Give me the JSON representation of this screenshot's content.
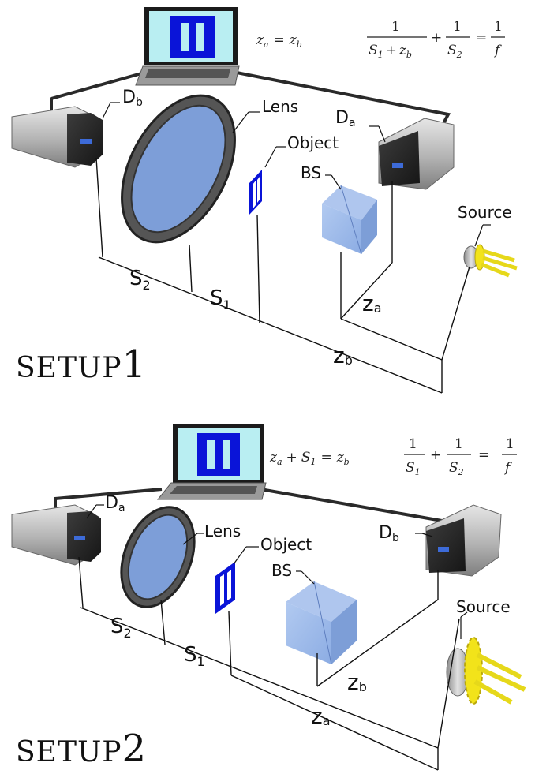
{
  "colors": {
    "screen_bg": "#b9eef2",
    "object_blue": "#0a14d8",
    "lens_blue": "#7d9ed8",
    "bs_blue": "#8fb2e8",
    "source_yellow": "#f2e31a",
    "detector_dark": "#2b2b2b",
    "detector_grey": "#bdbdbd"
  },
  "icons": [
    "laptop-icon",
    "detector-icon",
    "lens-icon",
    "object-mask-icon",
    "beam-splitter-icon",
    "light-source-icon"
  ],
  "setup1": {
    "title_main": "SETUP",
    "title_num": "1",
    "condition": {
      "lhs": "z",
      "lhs_sub": "a",
      "eq": "=",
      "rhs": "z",
      "rhs_sub": "b"
    },
    "lens_eq": {
      "one": "1",
      "d1_S": "S",
      "d1_S_sub": "1",
      "d1_plus": "+",
      "d1_z": "z",
      "d1_z_sub": "b",
      "plus": "+",
      "d2_S": "S",
      "d2_S_sub": "2",
      "eq": "=",
      "f": "f"
    },
    "labels": {
      "detector_left": "D",
      "detector_left_sub": "b",
      "lens": "Lens",
      "object": "Object",
      "bs": "BS",
      "detector_right": "D",
      "detector_right_sub": "a",
      "source": "Source",
      "S2": "S",
      "S2_sub": "2",
      "S1": "S",
      "S1_sub": "1",
      "za": "z",
      "za_sub": "a",
      "zb": "z",
      "zb_sub": "b"
    }
  },
  "setup2": {
    "title_main": "SETUP",
    "title_num": "2",
    "condition": {
      "lhs": "z",
      "lhs_sub": "a",
      "plus": "+",
      "mid": "S",
      "mid_sub": "1",
      "eq": "=",
      "rhs": "z",
      "rhs_sub": "b"
    },
    "lens_eq": {
      "one": "1",
      "d1_S": "S",
      "d1_S_sub": "1",
      "plus": "+",
      "d2_S": "S",
      "d2_S_sub": "2",
      "eq": "=",
      "f": "f"
    },
    "labels": {
      "detector_left": "D",
      "detector_left_sub": "a",
      "lens": "Lens",
      "object": "Object",
      "bs": "BS",
      "detector_right": "D",
      "detector_right_sub": "b",
      "source": "Source",
      "S2": "S",
      "S2_sub": "2",
      "S1": "S",
      "S1_sub": "1",
      "zb": "z",
      "zb_sub": "b",
      "za": "z",
      "za_sub": "a"
    }
  }
}
